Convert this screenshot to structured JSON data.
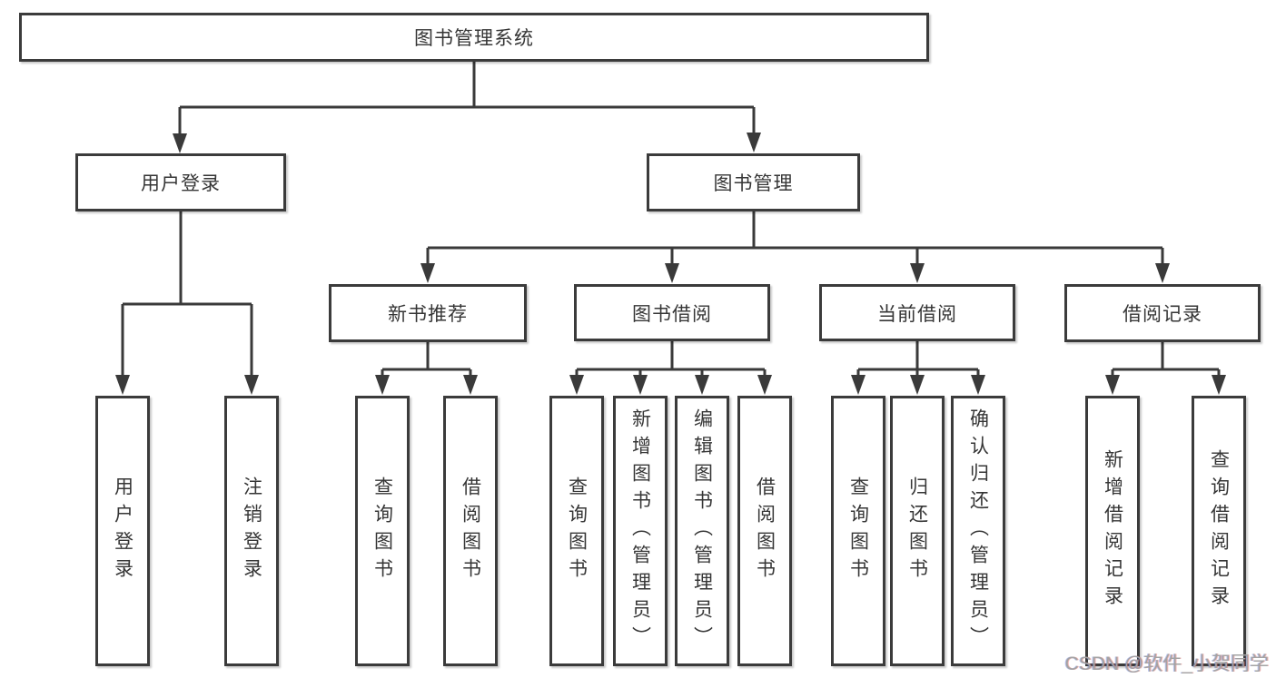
{
  "nodes": {
    "root": {
      "label": "图书管理系统"
    },
    "userLogin": {
      "label": "用户登录"
    },
    "bookManagement": {
      "label": "图书管理"
    },
    "newBookRecommend": {
      "label": "新书推荐"
    },
    "bookBorrowing": {
      "label": "图书借阅"
    },
    "currentBorrowing": {
      "label": "当前借阅"
    },
    "borrowingRecords": {
      "label": "借阅记录"
    },
    "leafUserLogin": {
      "label": "用户登录"
    },
    "leafLogoutLogin": {
      "label": "注销登录"
    },
    "nbQueryBooks": {
      "label": "查询图书"
    },
    "nbBorrowBooks": {
      "label": "借阅图书"
    },
    "bbQueryBooks": {
      "label": "查询图书"
    },
    "bbAddBooks": {
      "label": "新增图书（管理员）"
    },
    "bbEditBooks": {
      "label": "编辑图书（管理员）"
    },
    "bbBorrowBooks": {
      "label": "借阅图书"
    },
    "cbQueryBooks": {
      "label": "查询图书"
    },
    "cbReturnBooks": {
      "label": "归还图书"
    },
    "cbConfirmReturn": {
      "label": "确认归还（管理员）"
    },
    "brAddRecord": {
      "label": "新增借阅记录"
    },
    "brQueryRecord": {
      "label": "查询借阅记录"
    }
  },
  "hierarchy": {
    "图书管理系统": [
      "用户登录",
      "图书管理"
    ],
    "用户登录": [
      "用户登录",
      "注销登录"
    ],
    "图书管理": [
      "新书推荐",
      "图书借阅",
      "当前借阅",
      "借阅记录"
    ],
    "新书推荐": [
      "查询图书",
      "借阅图书"
    ],
    "图书借阅": [
      "查询图书",
      "新增图书（管理员）",
      "编辑图书（管理员）",
      "借阅图书"
    ],
    "当前借阅": [
      "查询图书",
      "归还图书",
      "确认归还（管理员）"
    ],
    "借阅记录": [
      "新增借阅记录",
      "查询借阅记录"
    ]
  },
  "watermark": {
    "text": "CSDN @软件_小贺同学"
  },
  "colors": {
    "line": "#3a3a3a",
    "boxBorder": "#3b3b3b",
    "text": "#363636",
    "watermark": "#a3a3a3",
    "background": "#ffffff"
  }
}
